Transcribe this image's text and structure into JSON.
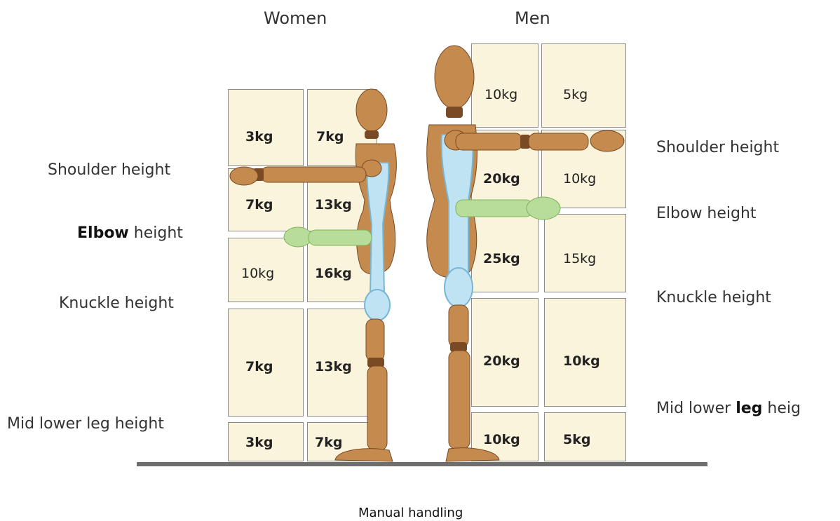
{
  "headers": {
    "women": "Women",
    "men": "Men"
  },
  "left_labels": [
    "Shoulder height",
    "Elbow height",
    "Knuckle height",
    "Mid lower leg height"
  ],
  "left_elbow_parts": {
    "bold": "Elbow",
    "rest": "height"
  },
  "right_labels": [
    "Shoulder height",
    "Elbow height",
    "Knuckle height"
  ],
  "right_midleg_parts": {
    "prefix": "Mid lower",
    "bold": "leg",
    "rest": "heig"
  },
  "women_grid": {
    "rows": [
      [
        "3kg",
        "7kg"
      ],
      [
        "7kg",
        "13kg"
      ],
      [
        "10kg",
        "16kg"
      ],
      [
        "7kg",
        "13kg"
      ],
      [
        "3kg",
        "7kg"
      ]
    ]
  },
  "men_grid": {
    "rows": [
      [
        "10kg",
        "5kg"
      ],
      [
        "20kg",
        "10kg"
      ],
      [
        "25kg",
        "15kg"
      ],
      [
        "20kg",
        "10kg"
      ],
      [
        "10kg",
        "5kg"
      ]
    ]
  },
  "caption": "Manual handling",
  "colors": {
    "box_fill": "#fbf4dc",
    "box_border": "#8a8a8a",
    "wood": "#c58a4e",
    "wood_dark": "#7a4a24",
    "highlight_blue": "#bfe3f2",
    "highlight_green": "#b8dc9a",
    "floor": "#6e6e6e"
  }
}
